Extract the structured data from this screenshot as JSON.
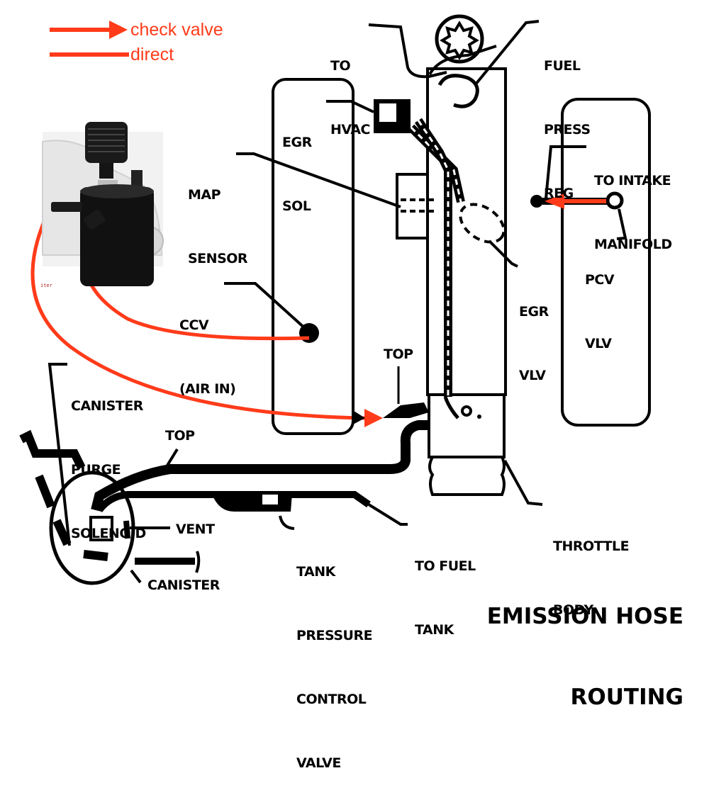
{
  "legend": {
    "items": [
      {
        "style": "arrow",
        "label": "check valve"
      },
      {
        "style": "line",
        "label": "direct"
      }
    ],
    "color": "#ff3b1a"
  },
  "title": {
    "line1": "EMISSION HOSE",
    "line2": "ROUTING"
  },
  "labels": {
    "to_hvac": [
      "TO",
      "HVAC"
    ],
    "fuel_press_reg": [
      "FUEL",
      "PRESS",
      "REG"
    ],
    "egr_sol": [
      "EGR",
      "SOL"
    ],
    "map_sensor": [
      "MAP",
      "SENSOR"
    ],
    "to_intake_manifold": [
      "TO INTAKE",
      "MANIFOLD"
    ],
    "pcv_vlv": [
      "PCV",
      "VLV"
    ],
    "egr_vlv": [
      "EGR",
      "VLV"
    ],
    "ccv_air_in": [
      "CCV",
      "(AIR IN)"
    ],
    "top_upper": "TOP",
    "canister_purge_solenoid": [
      "CANISTER",
      "PURGE",
      "SOLENOID"
    ],
    "top_lower": "TOP",
    "vent": "VENT",
    "canister": "CANISTER",
    "tank_pressure_control_valve": [
      "TANK",
      "PRESSURE",
      "CONTROL",
      "VALVE"
    ],
    "to_fuel_tank": [
      "TO FUEL",
      "TANK"
    ],
    "throttle_body": [
      "THROTTLE",
      "BODY"
    ]
  },
  "photo": {
    "subject": "catch-can-with-breather-filter",
    "caption_fragment": "iter"
  },
  "colors": {
    "hose_overlay": "#ff3b1a",
    "line_art": "#000000",
    "background": "#ffffff"
  }
}
